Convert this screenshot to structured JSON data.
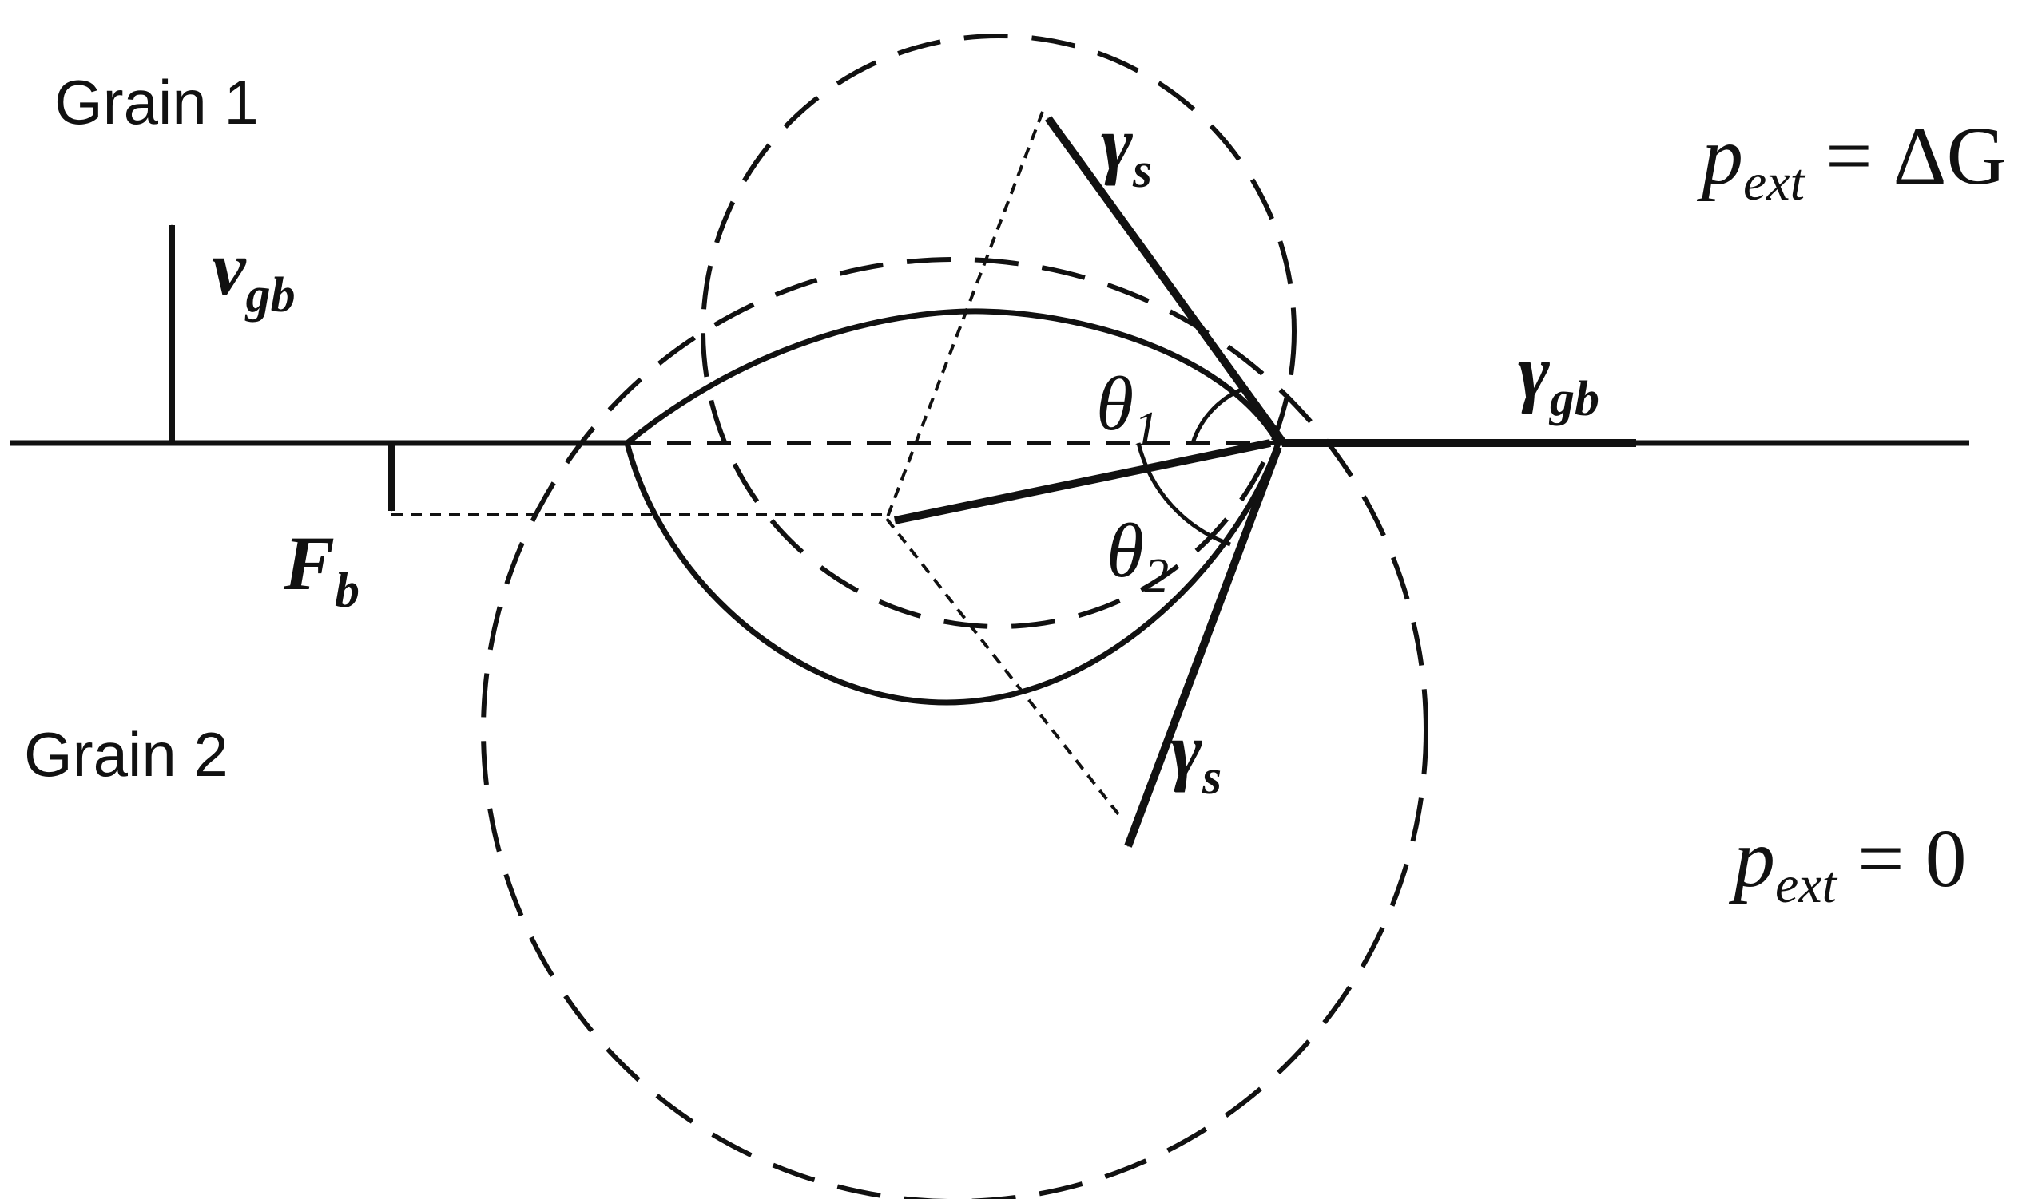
{
  "labels": {
    "grain1": "Grain 1",
    "grain2": "Grain 2",
    "v_main": "v",
    "v_sub": "gb",
    "F_main": "F",
    "F_sub": "b",
    "gamma_s": "γ",
    "gamma_s_sub": "s",
    "gamma_gb": "γ",
    "gamma_gb_sub": "gb",
    "theta": "θ",
    "theta1_sub": "1",
    "theta2_sub": "2",
    "pext_top_main": "p",
    "pext_top_sub": "ext",
    "pext_top_value": " = ΔG",
    "pext_bottom_main": "p",
    "pext_bottom_sub": "ext",
    "pext_bottom_value": " = 0"
  }
}
